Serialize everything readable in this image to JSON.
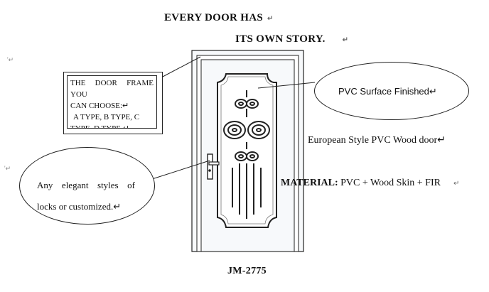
{
  "heading": {
    "line1": "EVERY DOOR HAS",
    "line2": "ITS OWN STORY.",
    "return_mark": "↵"
  },
  "stray_marks": [
    "'↵",
    "'↵"
  ],
  "callouts": {
    "door_frame": {
      "line1": "THE DOOR FRAME YOU",
      "line2": "CAN CHOOSE:↵",
      "line3": "A TYPE, B TYPE, C",
      "line4": "TYPE, D TYPE.↵"
    },
    "surface": "PVC Surface Finished↵",
    "locks": {
      "line1": "Any elegant styles of",
      "line2": "locks or customized.↵"
    }
  },
  "door_style": "European Style PVC Wood door↵",
  "material": {
    "label": "MATERIAL:",
    "value": " PVC + Wood Skin + FIR",
    "mark": "↵"
  },
  "model_number": "JM-2775",
  "colors": {
    "line": "#222222",
    "door_fill": "#f7f9fb",
    "panel_fill": "#ffffff"
  }
}
